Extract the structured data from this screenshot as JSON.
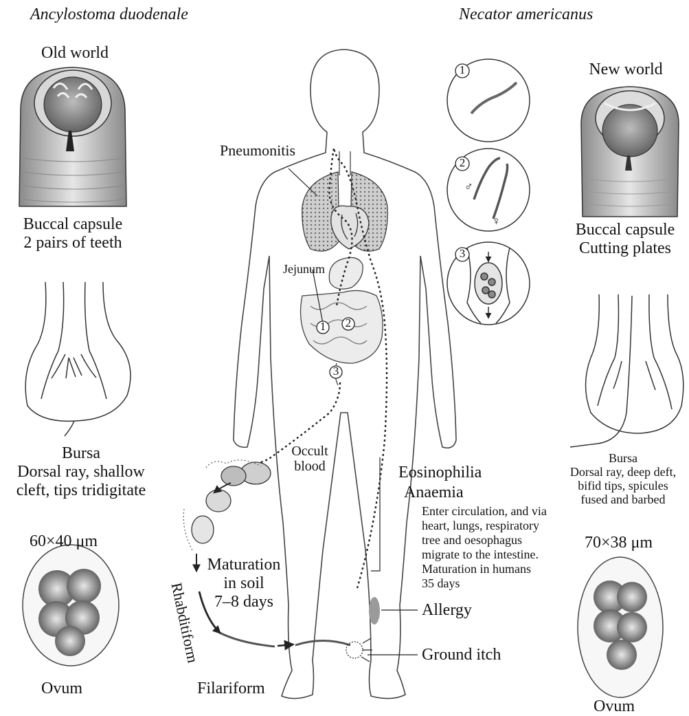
{
  "species": {
    "left": "Ancylostoma duodenale",
    "right": "Necator americanus"
  },
  "left_panel": {
    "region": "Old world",
    "buccal_caption": [
      "Buccal capsule",
      "2 pairs of teeth"
    ],
    "bursa_caption": [
      "Bursa",
      "Dorsal ray, shallow",
      "cleft, tips tridigitate"
    ],
    "egg_size": "60×40 μm",
    "egg_label": "Ovum"
  },
  "right_panel": {
    "region": "New world",
    "buccal_caption": [
      "Buccal capsule",
      "Cutting plates"
    ],
    "bursa_caption": [
      "Bursa",
      "Dorsal ray, deep deft,",
      "bifid tips, spicules",
      "fused and barbed"
    ],
    "egg_size": "70×38 μm",
    "egg_label": "Ovum"
  },
  "body_labels": {
    "pneumonitis": "Pneumonitis",
    "jejunum": "Jejunum",
    "occult_blood": [
      "Occult",
      "blood"
    ],
    "eosinophilia": "Eosinophilia",
    "anaemia": "Anaemia",
    "circulation_note": [
      "Enter circulation, and via",
      "heart, lungs, respiratory",
      "tree and oesophagus",
      "migrate to the intestine.",
      "Maturation in humans",
      "35 days"
    ],
    "allergy": "Allergy",
    "ground_itch": "Ground itch"
  },
  "life_cycle": {
    "maturation": [
      "Maturation",
      "in soil",
      "7–8 days"
    ],
    "rhabditiform": "Rhabditiform",
    "filariform": "Filariform"
  },
  "markers": [
    "1",
    "2",
    "3"
  ],
  "inset_markers": [
    "1",
    "2",
    "3"
  ],
  "sex_symbols": {
    "male": "♂",
    "female": "♀"
  }
}
